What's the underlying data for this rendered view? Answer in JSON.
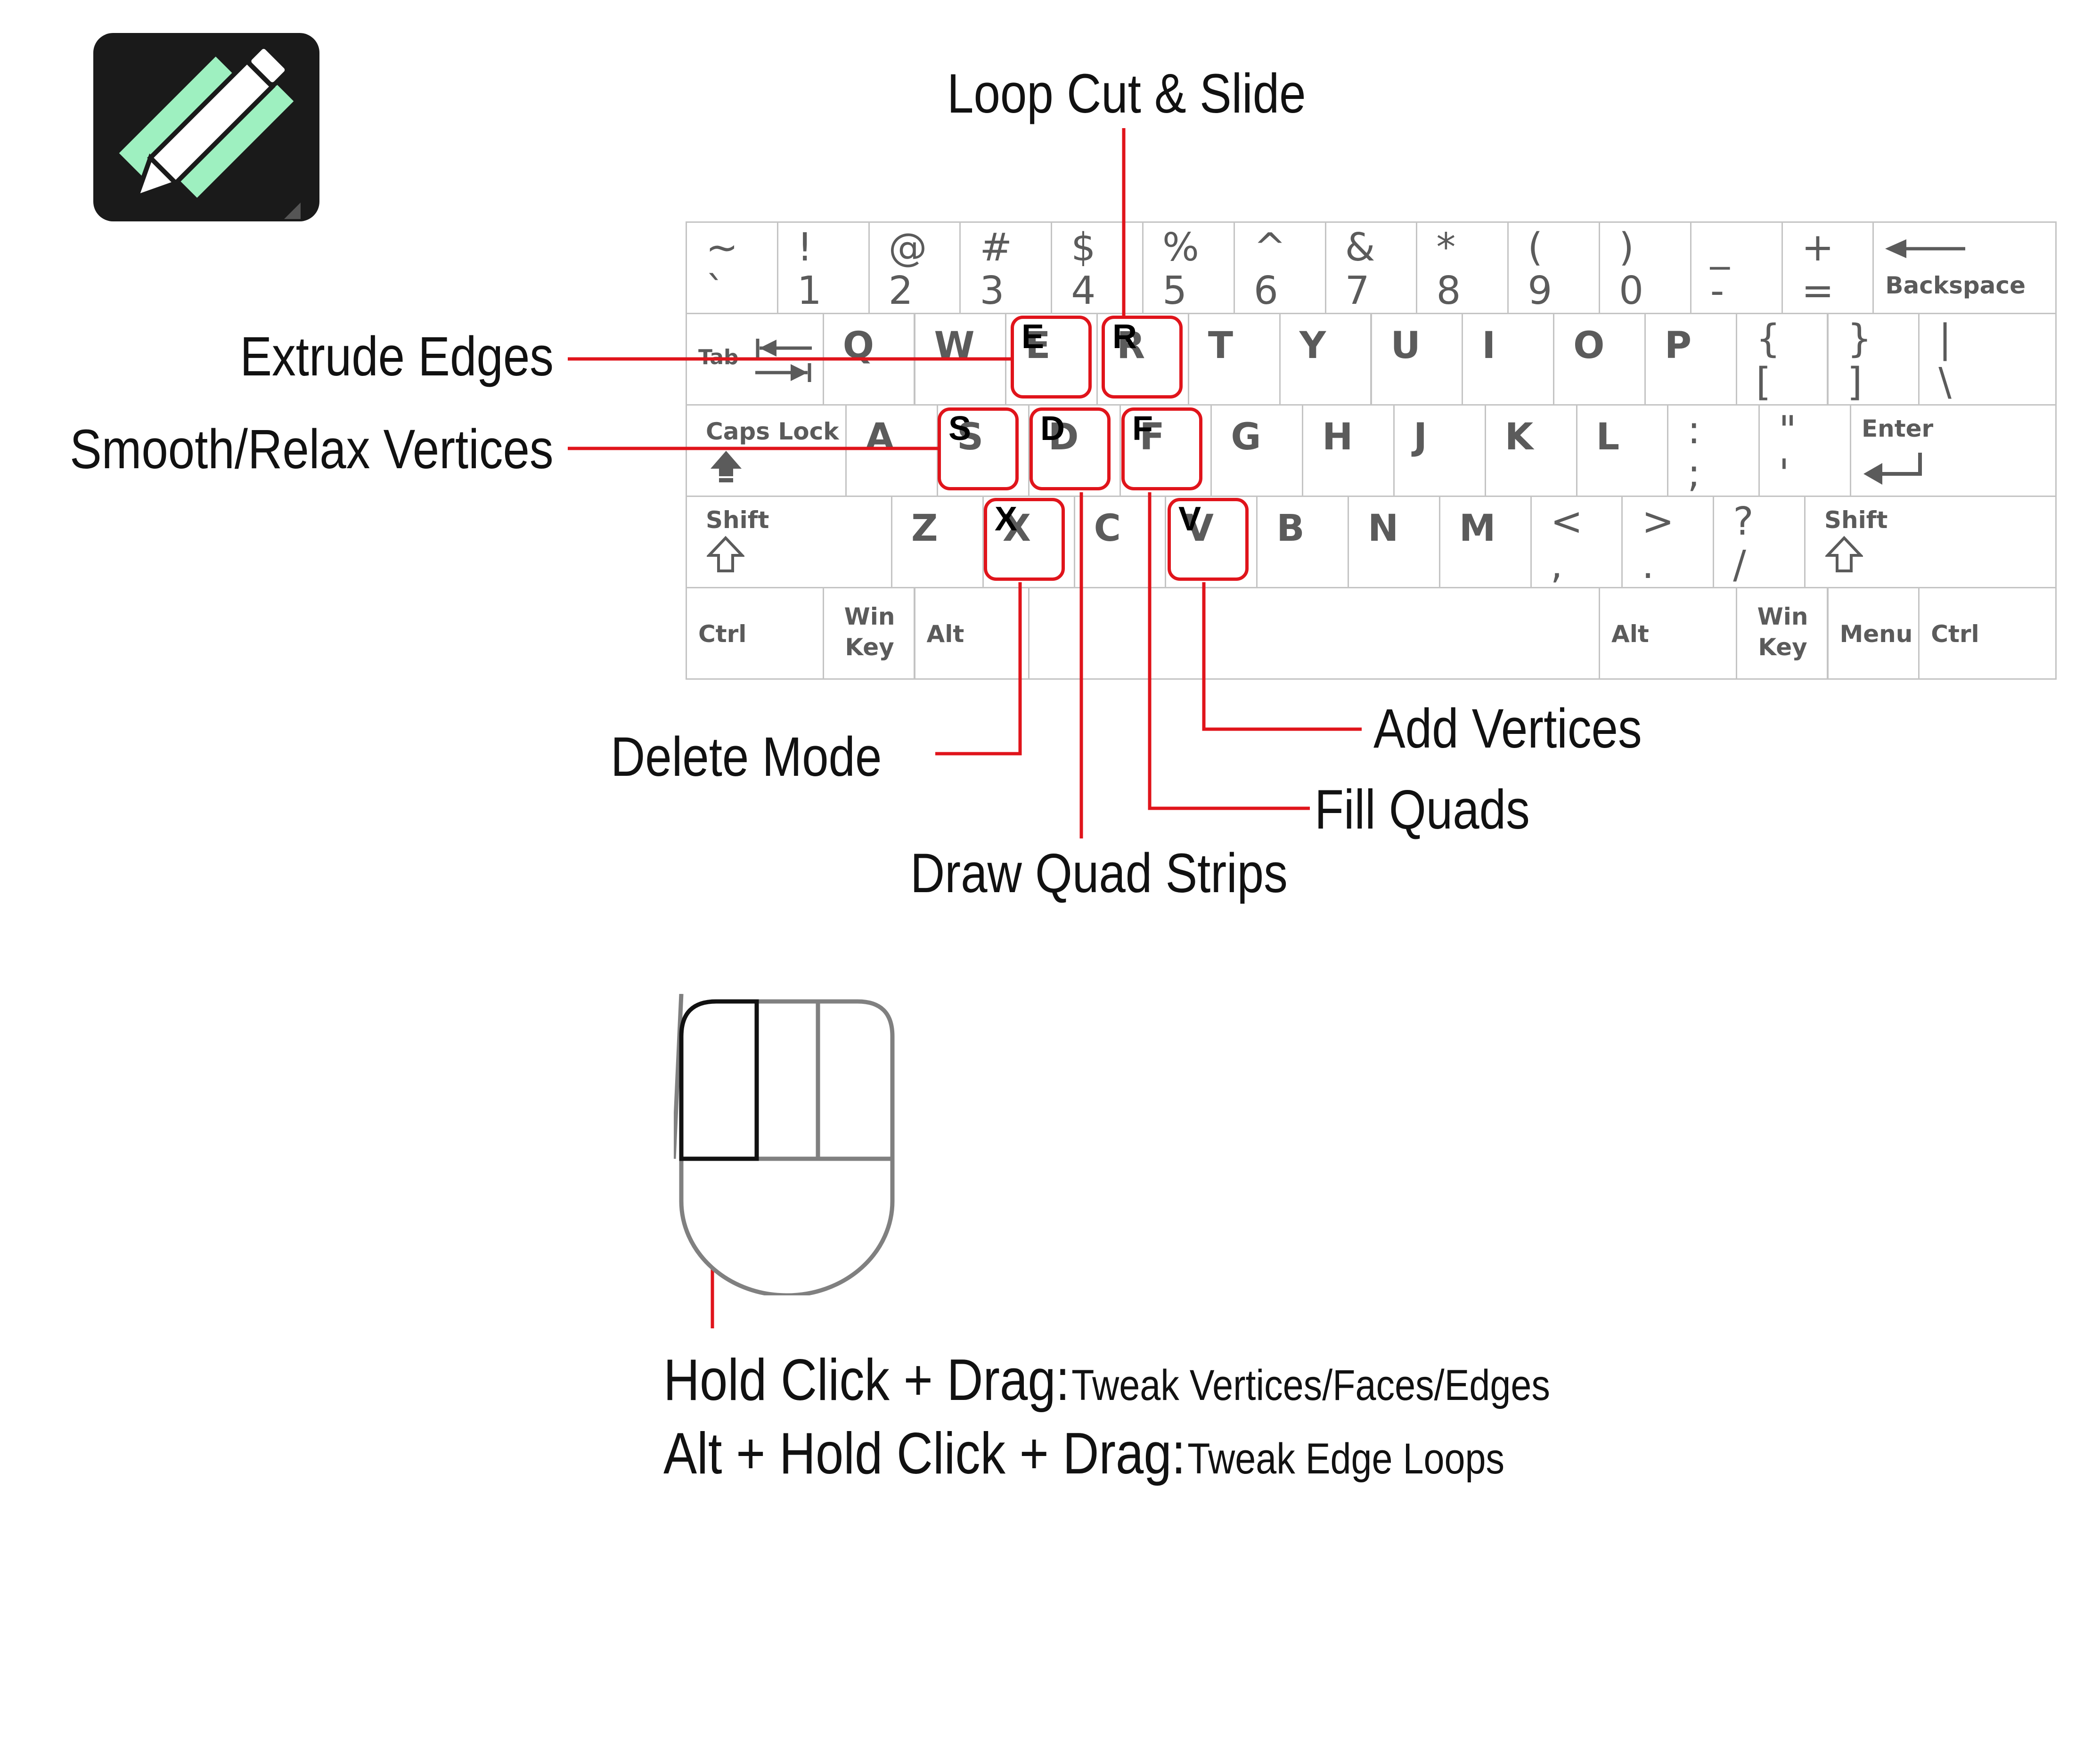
{
  "colors": {
    "highlight": "#e0141b",
    "key_border": "#c4c4c4",
    "key_text": "#5b5b5b",
    "logo_bg": "#1a1a1a",
    "logo_accent": "#9ef0c0"
  },
  "icon": {
    "name": "pencil-icon"
  },
  "keyboard": {
    "rows": [
      [
        {
          "id": "tilde",
          "top": "~",
          "bot": "`",
          "w": 1
        },
        {
          "id": "1",
          "top": "!",
          "bot": "1",
          "w": 1
        },
        {
          "id": "2",
          "top": "@",
          "bot": "2",
          "w": 1
        },
        {
          "id": "3",
          "top": "#",
          "bot": "3",
          "w": 1
        },
        {
          "id": "4",
          "top": "$",
          "bot": "4",
          "w": 1
        },
        {
          "id": "5",
          "top": "%",
          "bot": "5",
          "w": 1
        },
        {
          "id": "6",
          "top": "^",
          "bot": "6",
          "w": 1
        },
        {
          "id": "7",
          "top": "&",
          "bot": "7",
          "w": 1
        },
        {
          "id": "8",
          "top": "*",
          "bot": "8",
          "w": 1
        },
        {
          "id": "9",
          "top": "(",
          "bot": "9",
          "w": 1
        },
        {
          "id": "0",
          "top": ")",
          "bot": "0",
          "w": 1
        },
        {
          "id": "minus",
          "top": "_",
          "bot": "-",
          "w": 1
        },
        {
          "id": "equals",
          "top": "+",
          "bot": "=",
          "w": 1
        },
        {
          "id": "backspace",
          "word": "Backspace",
          "icon": "arrow-left-icon",
          "w": 2
        }
      ],
      [
        {
          "id": "tab",
          "word": "Tab",
          "icon": "tab-icon",
          "w": 1.5
        },
        {
          "id": "q",
          "lbl": "Q",
          "w": 1
        },
        {
          "id": "w",
          "lbl": "W",
          "w": 1
        },
        {
          "id": "e",
          "lbl": "E",
          "w": 1
        },
        {
          "id": "r",
          "lbl": "R",
          "w": 1
        },
        {
          "id": "t",
          "lbl": "T",
          "w": 1
        },
        {
          "id": "y",
          "lbl": "Y",
          "w": 1
        },
        {
          "id": "u",
          "lbl": "U",
          "w": 1
        },
        {
          "id": "i",
          "lbl": "I",
          "w": 1
        },
        {
          "id": "o",
          "lbl": "O",
          "w": 1
        },
        {
          "id": "p",
          "lbl": "P",
          "w": 1
        },
        {
          "id": "lbrace",
          "top": "{",
          "bot": "[",
          "w": 1
        },
        {
          "id": "rbrace",
          "top": "}",
          "bot": "]",
          "w": 1
        },
        {
          "id": "pipe",
          "top": "|",
          "bot": "\\",
          "w": 1.5
        }
      ],
      [
        {
          "id": "caps",
          "word": "Caps Lock",
          "icon": "caps-lock-icon",
          "w": 1.75
        },
        {
          "id": "a",
          "lbl": "A",
          "w": 1
        },
        {
          "id": "s",
          "lbl": "S",
          "w": 1
        },
        {
          "id": "d",
          "lbl": "D",
          "w": 1
        },
        {
          "id": "f",
          "lbl": "F",
          "w": 1
        },
        {
          "id": "g",
          "lbl": "G",
          "w": 1
        },
        {
          "id": "h",
          "lbl": "H",
          "w": 1
        },
        {
          "id": "j",
          "lbl": "J",
          "w": 1
        },
        {
          "id": "k",
          "lbl": "K",
          "w": 1
        },
        {
          "id": "l",
          "lbl": "L",
          "w": 1
        },
        {
          "id": "semicolon",
          "top": ":",
          "bot": ";",
          "w": 1
        },
        {
          "id": "quote",
          "top": "\"",
          "bot": "'",
          "w": 1
        },
        {
          "id": "enter",
          "word": "Enter",
          "icon": "enter-icon",
          "w": 2.25
        }
      ],
      [
        {
          "id": "lshift",
          "word": "Shift",
          "icon": "shift-icon",
          "w": 2.25
        },
        {
          "id": "z",
          "lbl": "Z",
          "w": 1
        },
        {
          "id": "x",
          "lbl": "X",
          "w": 1
        },
        {
          "id": "c",
          "lbl": "C",
          "w": 1
        },
        {
          "id": "v",
          "lbl": "V",
          "w": 1
        },
        {
          "id": "b",
          "lbl": "B",
          "w": 1
        },
        {
          "id": "n",
          "lbl": "N",
          "w": 1
        },
        {
          "id": "m",
          "lbl": "M",
          "w": 1
        },
        {
          "id": "comma",
          "top": "<",
          "bot": ",",
          "w": 1
        },
        {
          "id": "period",
          "top": ">",
          "bot": ".",
          "w": 1
        },
        {
          "id": "slash",
          "top": "?",
          "bot": "/",
          "w": 1
        },
        {
          "id": "rshift",
          "word": "Shift",
          "icon": "shift-icon",
          "w": 2.75
        }
      ],
      [
        {
          "id": "lctrl",
          "word": "Ctrl",
          "w": 1.5
        },
        {
          "id": "lwin",
          "word": "Win Key",
          "w": 1
        },
        {
          "id": "lalt",
          "word": "Alt",
          "w": 1.25
        },
        {
          "id": "space",
          "w": 6.25
        },
        {
          "id": "ralt",
          "word": "Alt",
          "w": 1.5
        },
        {
          "id": "rwin",
          "word": "Win Key",
          "w": 1
        },
        {
          "id": "menu",
          "word": "Menu",
          "w": 1
        },
        {
          "id": "rctrl",
          "word": "Ctrl",
          "w": 1.5
        }
      ]
    ]
  },
  "highlights": [
    {
      "key": "E",
      "name": "e"
    },
    {
      "key": "R",
      "name": "r"
    },
    {
      "key": "S",
      "name": "s"
    },
    {
      "key": "D",
      "name": "d"
    },
    {
      "key": "F",
      "name": "f"
    },
    {
      "key": "X",
      "name": "x"
    },
    {
      "key": "V",
      "name": "v"
    }
  ],
  "callouts": {
    "loop_cut": "Loop Cut & Slide",
    "extrude": "Extrude Edges",
    "smooth": "Smooth/Relax Vertices",
    "delete": "Delete Mode",
    "add_vertices": "Add Vertices",
    "fill_quads": "Fill Quads",
    "draw_quad": "Draw Quad Strips"
  },
  "mouse": {
    "icon": "mouse-left-button-icon",
    "line1_big": "Hold Click + Drag:",
    "line1_small": "Tweak Vertices/Faces/Edges",
    "line2_big": "Alt + Hold Click + Drag:",
    "line2_small": "Tweak Edge Loops"
  }
}
